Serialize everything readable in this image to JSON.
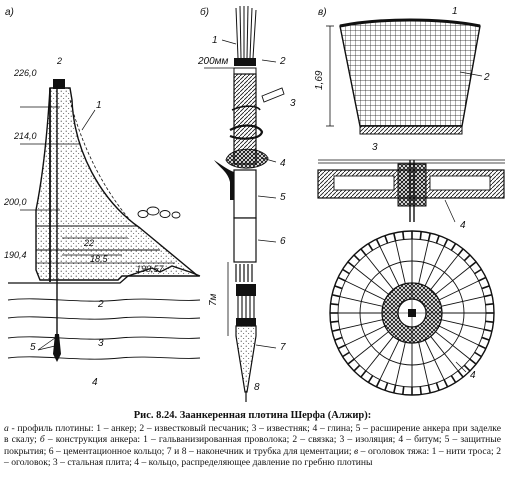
{
  "figure": {
    "panel_labels": {
      "a": "а)",
      "b": "б)",
      "c": "в)"
    },
    "panel_a": {
      "elevations": [
        "226,0",
        "214,0",
        "200,0",
        "190,4",
        "190,57"
      ],
      "dims": [
        "2",
        "22",
        "18,5"
      ],
      "callouts": [
        "1",
        "2",
        "3",
        "4",
        "5"
      ]
    },
    "panel_b": {
      "dims": [
        "200мм",
        "7м"
      ],
      "callouts": [
        "1",
        "2",
        "3",
        "4",
        "5",
        "6",
        "7",
        "8"
      ]
    },
    "panel_c": {
      "dims": [
        "1,69"
      ],
      "callouts": [
        "1",
        "2",
        "3",
        "4",
        "4"
      ]
    }
  },
  "caption": {
    "title": "Рис. 8.24. Заанкеренная плотина Шерфа (Алжир):",
    "line1_prefix": "а",
    "line1_text": " - профиль плотины: 1 – анкер; 2 – известковый песчаник; 3 – известняк; 4 – глина; 5 – расширение анкера при заделке в скалу; ",
    "line2_prefix": "б",
    "line2_text": " – конструкция анкера: 1 – гальванизированная проволока; 2 – связка; 3 – изоляция; 4 – битум; 5 – защитные покрытия; 6 – цементационное кольцо; 7 и 8 – наконечник и трубка для цементации; ",
    "line3_prefix": "в",
    "line3_text": " – оголовок тяжа: 1 – нити троса; 2 – оголовок; 3 – стальная плита; 4 – кольцо, распределяющее давление по гребню плотины"
  }
}
